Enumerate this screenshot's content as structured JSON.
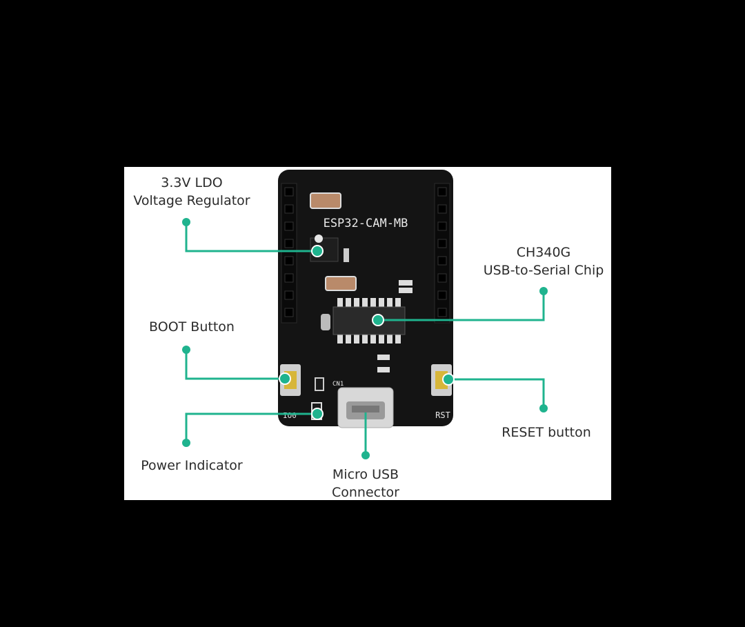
{
  "board": {
    "name": "ESP32-CAM-MB",
    "silkscreen": {
      "rst": "RST",
      "cn1": "CN1",
      "io0": "IO0"
    }
  },
  "callouts": {
    "ldo": {
      "line1": "3.3V LDO",
      "line2": "Voltage Regulator"
    },
    "ch340": {
      "line1": "CH340G",
      "line2": "USB-to-Serial Chip"
    },
    "boot": {
      "line1": "BOOT Button"
    },
    "power": {
      "line1": "Power Indicator"
    },
    "usb": {
      "line1": "Micro USB",
      "line2": "Connector"
    },
    "reset": {
      "line1": "RESET button"
    }
  },
  "colors": {
    "accent": "#1fb38e",
    "board": "#141414",
    "background": "#000000",
    "panel": "#ffffff"
  }
}
